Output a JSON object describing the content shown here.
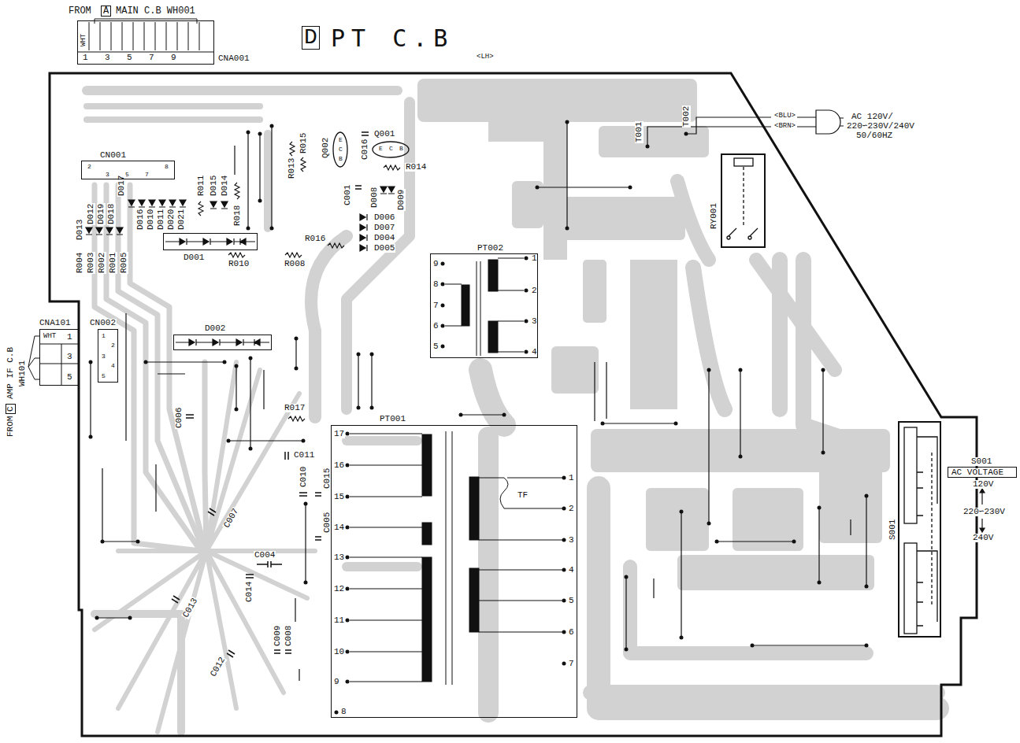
{
  "diagram": {
    "title": "PT C.B",
    "nodes": [
      {
        "text": [
          "CNA001"
        ]
      },
      {
        "text": [
          "CN001"
        ]
      },
      {
        "text": [
          "D001"
        ]
      },
      {
        "text": [
          "PT002"
        ]
      },
      {
        "text": [
          "RY001"
        ]
      },
      {
        "text": [
          "CNA101"
        ]
      },
      {
        "text": [
          "CN002"
        ]
      },
      {
        "text": [
          "D002"
        ]
      },
      {
        "text": [
          "PT001"
        ]
      },
      {
        "text": [
          "S001"
        ]
      },
      {
        "text": [
          "S001",
          "AC VOLTAGE"
        ]
      }
    ],
    "labels": [
      "FROM",
      "A",
      "MAIN C.B WH001",
      "WHT",
      "1",
      "3",
      "5",
      "7",
      "9",
      "D",
      "<LH>",
      "2",
      "8",
      "3",
      "5",
      "7",
      "D013",
      "D012",
      "D019",
      "D018",
      "D017",
      "D016",
      "D010",
      "D011",
      "D020",
      "D021",
      "R011",
      "D015",
      "D014",
      "R018",
      "R004",
      "R003",
      "R002",
      "R001",
      "R005",
      "R013",
      "R015",
      "Q002",
      "E",
      "C",
      "B",
      "Q001",
      "E",
      "C",
      "B",
      "C016",
      "R014",
      "C001",
      "D008",
      "D009",
      "D006",
      "D007",
      "D004",
      "D005",
      "R016",
      "R010",
      "R008",
      "R017",
      "FROM",
      "C",
      "AMP IF C.B",
      "WH101",
      "WHT",
      "1",
      "3",
      "5",
      "1",
      "2",
      "3",
      "4",
      "5",
      "C006",
      "C007",
      "C013",
      "C012",
      "C011",
      "C010",
      "C015",
      "C005",
      "C004",
      "C014",
      "C009",
      "C008",
      "9",
      "8",
      "7",
      "6",
      "5",
      "1",
      "2",
      "3",
      "4",
      "17",
      "16",
      "15",
      "14",
      "13",
      "12",
      "11",
      "10",
      "9",
      "8",
      "1",
      "2",
      "3",
      "4",
      "5",
      "6",
      "7",
      "TF",
      "T002",
      "T001",
      "<BLU>",
      "<BRN>",
      "AC 120V/",
      "220∽230V/240V",
      "50/60HZ",
      "120V",
      "220∽230V",
      "240V"
    ]
  }
}
